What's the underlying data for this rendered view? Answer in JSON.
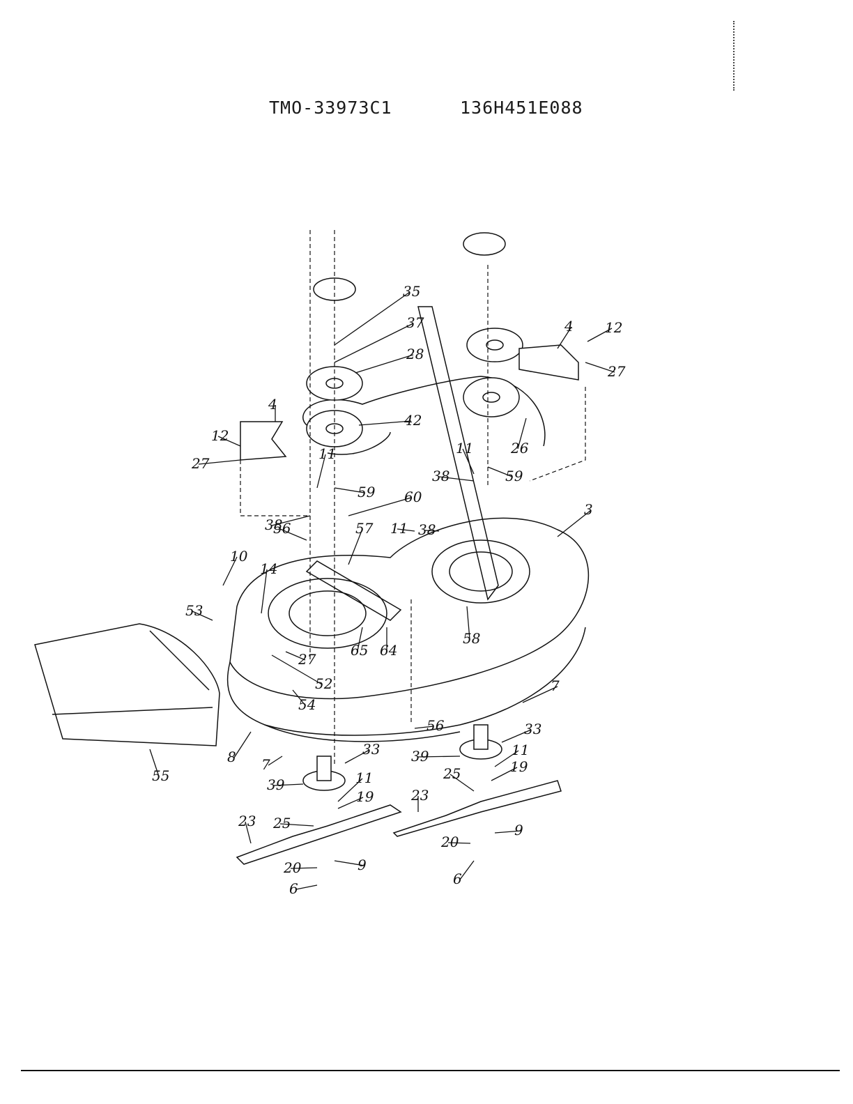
{
  "header": {
    "model": "TMO-33973C1",
    "part_number": "136H451E088"
  },
  "callouts": [
    "35",
    "37",
    "28",
    "4",
    "12",
    "27",
    "42",
    "26",
    "4",
    "12",
    "27",
    "11",
    "59",
    "38",
    "11",
    "38",
    "59",
    "60",
    "11",
    "38",
    "10",
    "56",
    "57",
    "3",
    "14",
    "53",
    "27",
    "52",
    "65",
    "64",
    "58",
    "54",
    "55",
    "8",
    "7",
    "56",
    "33",
    "39",
    "11",
    "19",
    "25",
    "23",
    "20",
    "9",
    "6",
    "7",
    "33",
    "39",
    "11",
    "19",
    "25",
    "23",
    "20",
    "9",
    "6"
  ],
  "icons": {
    "pulley": "pulley-icon",
    "blade": "blade-icon",
    "spindle": "spindle-icon",
    "belt": "belt-icon",
    "deck": "mower-deck-icon",
    "chute": "discharge-chute-icon"
  }
}
